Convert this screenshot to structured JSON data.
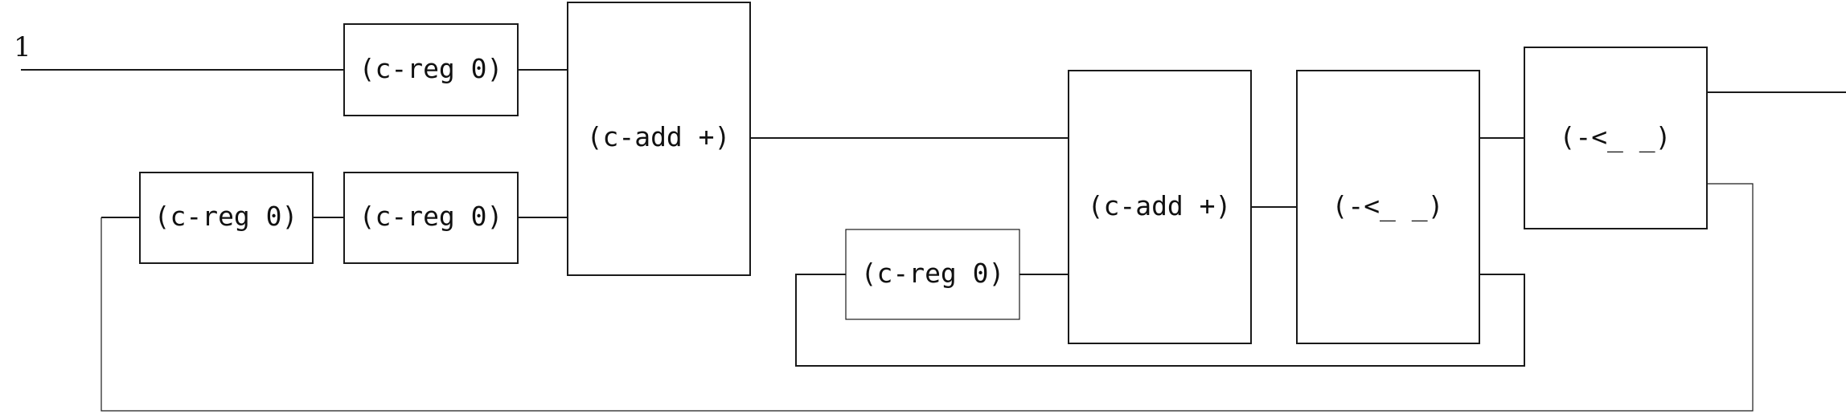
{
  "diagram": {
    "input_label": "1",
    "blocks": {
      "reg_top": "(c-reg 0)",
      "reg_bottom_left": "(c-reg 0)",
      "reg_bottom_mid": "(c-reg 0)",
      "add_first": "(c-add +)",
      "reg_feedback": "(c-reg 0)",
      "add_second": "(c-add +)",
      "compare_first": "(-<_ _)",
      "compare_second": "(-<_ _)"
    }
  }
}
